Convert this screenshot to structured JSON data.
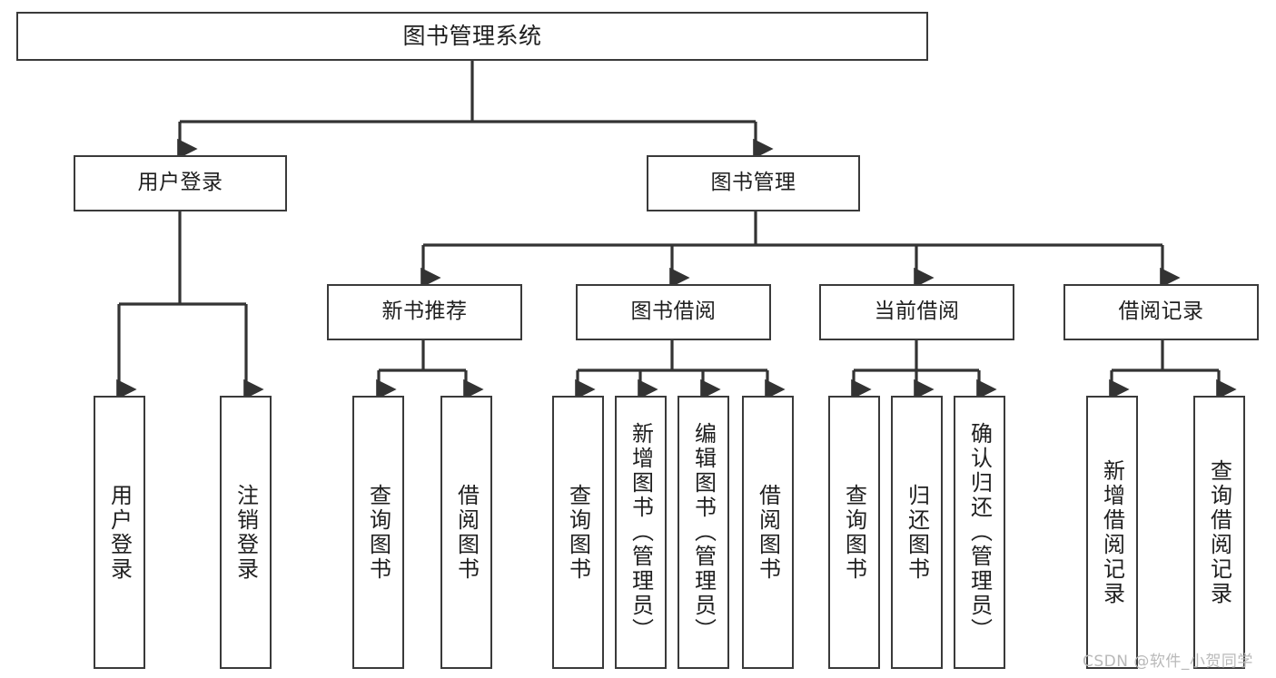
{
  "diagram": {
    "title": "图书管理系统",
    "type": "tree",
    "watermark": "CSDN @软件_小贺同学",
    "colors": {
      "box_border": "#3a3a3a",
      "box_fill": "#ffffff",
      "connector": "#333333",
      "text": "#1f1f1f",
      "watermark": "#b9b9b9",
      "background": "#ffffff"
    },
    "nodes": {
      "root": {
        "label": "图书管理系统"
      },
      "level2": [
        {
          "id": "user-login",
          "label": "用户登录"
        },
        {
          "id": "book-management",
          "label": "图书管理"
        }
      ],
      "level3": [
        {
          "id": "new-book-recommend",
          "label": "新书推荐"
        },
        {
          "id": "book-borrow",
          "label": "图书借阅"
        },
        {
          "id": "current-borrow",
          "label": "当前借阅"
        },
        {
          "id": "borrow-record",
          "label": "借阅记录"
        }
      ],
      "leaves": {
        "user_login": [
          {
            "id": "leaf-user-login",
            "label": "用户登录"
          },
          {
            "id": "leaf-logout",
            "label": "注销登录"
          }
        ],
        "new_book_recommend": [
          {
            "id": "leaf-query-book-1",
            "label": "查询图书"
          },
          {
            "id": "leaf-borrow-book-1",
            "label": "借阅图书"
          }
        ],
        "book_borrow": [
          {
            "id": "leaf-query-book-2",
            "label": "查询图书"
          },
          {
            "id": "leaf-add-book",
            "label": "新增图书（管理员）"
          },
          {
            "id": "leaf-edit-book",
            "label": "编辑图书（管理员）"
          },
          {
            "id": "leaf-borrow-book-2",
            "label": "借阅图书"
          }
        ],
        "current_borrow": [
          {
            "id": "leaf-query-book-3",
            "label": "查询图书"
          },
          {
            "id": "leaf-return-book",
            "label": "归还图书"
          },
          {
            "id": "leaf-confirm-return",
            "label": "确认归还（管理员）"
          }
        ],
        "borrow_record": [
          {
            "id": "leaf-add-record",
            "label": "新增借阅记录"
          },
          {
            "id": "leaf-query-record",
            "label": "查询借阅记录"
          }
        ]
      }
    }
  }
}
